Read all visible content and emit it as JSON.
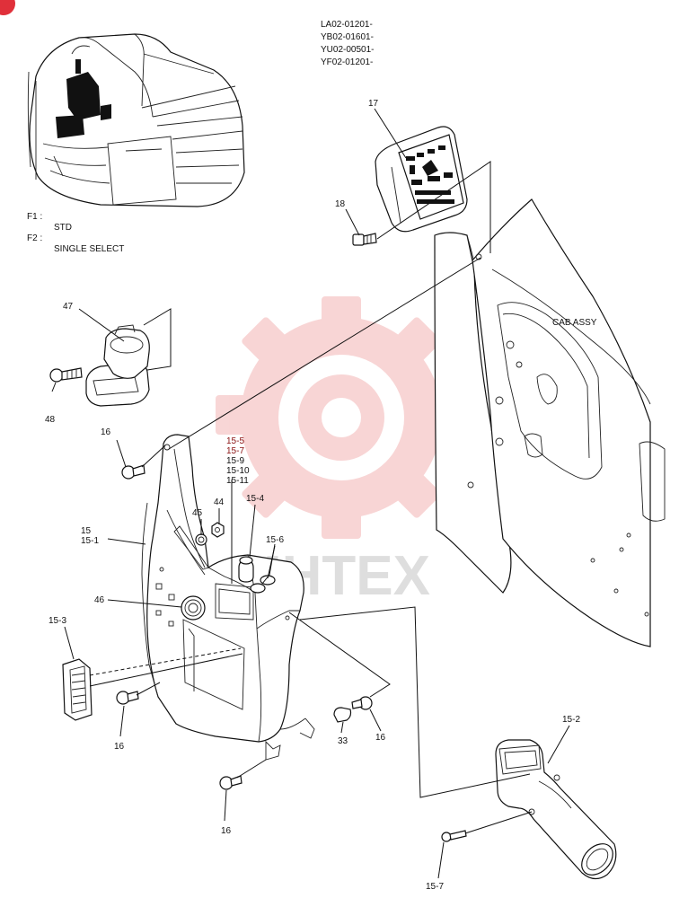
{
  "serial_codes": [
    "LA02-01201-",
    "YB02-01601-",
    "YU02-00501-",
    "YF02-01201-"
  ],
  "options": [
    {
      "code": "F1 :",
      "desc": "STD"
    },
    {
      "code": "F2 :",
      "desc": "SINGLE SELECT"
    }
  ],
  "assembly_label": "CAB ASSY",
  "watermark_text": "MHTEX",
  "part_labels": {
    "p17": "17",
    "p18": "18",
    "p47": "47",
    "p48": "48",
    "p16a": "16",
    "p16b": "16",
    "p16c": "16",
    "p16d": "16",
    "p15": "15",
    "p15_1": "15-1",
    "p15_3": "15-3",
    "p15_4": "15-4",
    "p15_6": "15-6",
    "p15_2": "15-2",
    "p15_7": "15-7",
    "p44": "44",
    "p45": "45",
    "p46": "46",
    "p33": "33",
    "stack": [
      "15-5",
      "15-7",
      "15-9",
      "15-10",
      "15-11"
    ]
  },
  "colors": {
    "watermark": "#f3b4b4",
    "corner_badge": "#e0303a"
  }
}
